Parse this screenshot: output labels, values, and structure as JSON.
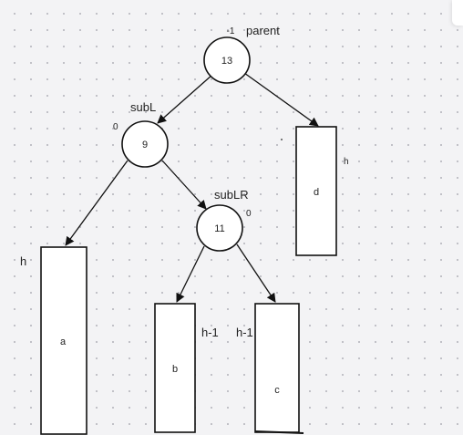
{
  "nodes": {
    "parent": {
      "key": "13",
      "bf": "-1",
      "name": "parent"
    },
    "subL": {
      "key": "9",
      "bf": "0",
      "name": "subL"
    },
    "subLR": {
      "key": "11",
      "bf": "0",
      "name": "subLR"
    }
  },
  "subtrees": {
    "a": {
      "label": "a",
      "height": "h"
    },
    "b": {
      "label": "b",
      "height": "h-1"
    },
    "c": {
      "label": "c",
      "height": "h-1"
    },
    "d": {
      "label": "d",
      "height": "h"
    }
  },
  "colors": {
    "stroke": "#111111",
    "fill": "#ffffff",
    "background": "#f3f3f5",
    "grid_dot": "#b9b9c0"
  }
}
